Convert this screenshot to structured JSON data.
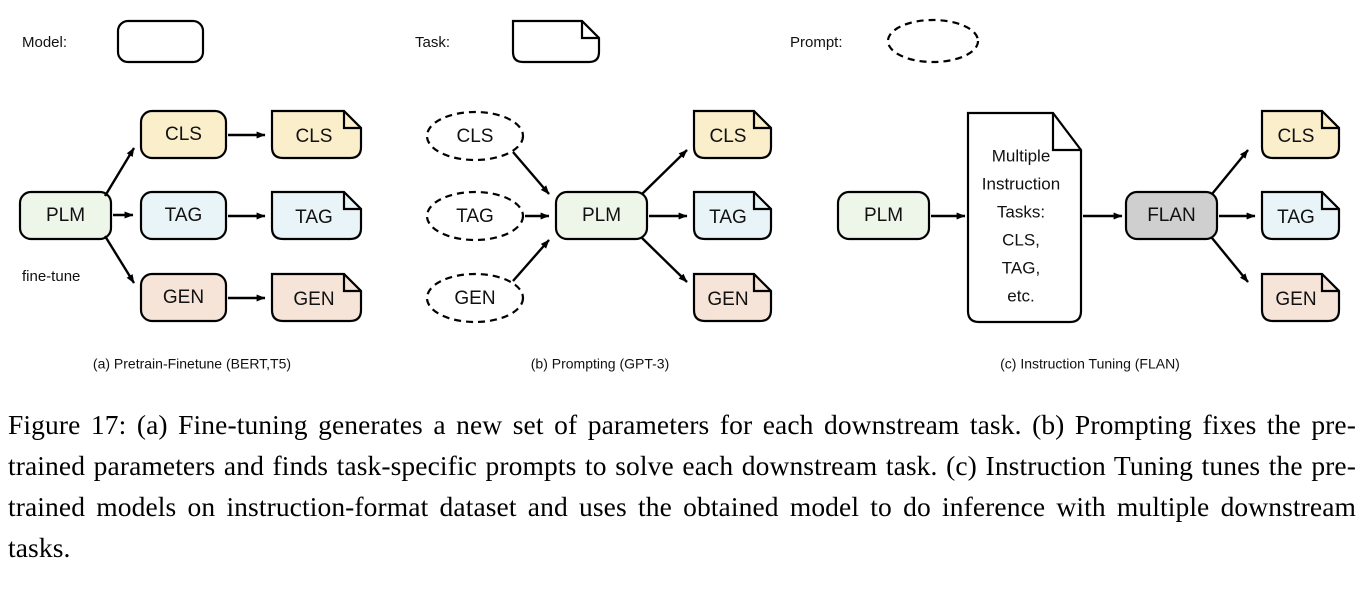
{
  "figure": {
    "legend": {
      "items": [
        {
          "label": "Model:",
          "shape": "rounded-rectangle"
        },
        {
          "label": "Task:",
          "shape": "note-document"
        },
        {
          "label": "Prompt:",
          "shape": "dashed-ellipse"
        }
      ]
    },
    "panels": [
      {
        "id": "a",
        "caption": "(a) Pretrain-Finetune (BERT,T5)",
        "source_model": "PLM",
        "edge_label": "fine-tune",
        "rows": [
          {
            "model": "CLS",
            "task": "CLS",
            "color": "#faeecb"
          },
          {
            "model": "TAG",
            "task": "TAG",
            "color": "#e9f4f8"
          },
          {
            "model": "GEN",
            "task": "GEN",
            "color": "#f5e4d7"
          }
        ]
      },
      {
        "id": "b",
        "caption": "(b) Prompting (GPT-3)",
        "center_model": "PLM",
        "prompts": [
          {
            "label": "CLS",
            "color": "#faeecb"
          },
          {
            "label": "TAG",
            "color": "#e9f4f8"
          },
          {
            "label": "GEN",
            "color": "#f5e4d7"
          }
        ],
        "tasks": [
          {
            "label": "CLS",
            "color": "#faeecb"
          },
          {
            "label": "TAG",
            "color": "#e9f4f8"
          },
          {
            "label": "GEN",
            "color": "#f5e4d7"
          }
        ]
      },
      {
        "id": "c",
        "caption": "(c) Instruction Tuning (FLAN)",
        "source_model": "PLM",
        "tuned_model": "FLAN",
        "instruction_document_lines": [
          "Multiple",
          "Instruction",
          "Tasks:",
          "CLS,",
          "TAG,",
          "etc."
        ],
        "tasks": [
          {
            "label": "CLS",
            "color": "#faeecb"
          },
          {
            "label": "TAG",
            "color": "#e9f4f8"
          },
          {
            "label": "GEN",
            "color": "#f5e4d7"
          }
        ]
      }
    ],
    "caption": "Figure 17: (a) Fine-tuning generates a new set of parameters for each downstream task. (b) Prompting fixes the pre-trained parameters and finds task-specific prompts to solve each downstream task. (c) Instruction Tuning tunes the pre-trained models on instruction-format dataset and uses the obtained model to do inference with multiple downstream tasks."
  },
  "colors": {
    "cls": "#faeecb",
    "tag": "#e9f4f8",
    "gen": "#f5e4d7",
    "plm": "#eef6ea",
    "flan": "#cfcfcf",
    "document": "#ffffff",
    "outline": "#000000"
  }
}
